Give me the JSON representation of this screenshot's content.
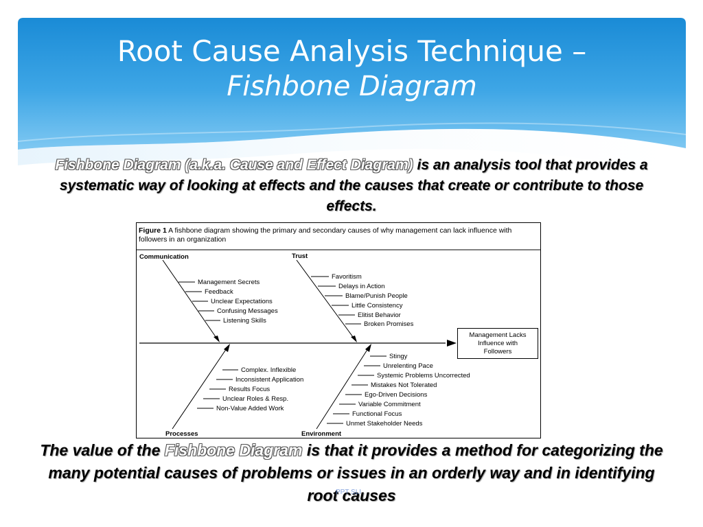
{
  "slide": {
    "title_line1": "Root Cause Analysis Technique –",
    "title_line2": "Fishbone Diagram",
    "intro_highlight": "Fishbone Diagram (a.k.a. Cause and Effect Diagram)",
    "intro_rest": " is an analysis tool that provides a systematic way of looking at effects and the causes that create or contribute to those effects.",
    "outro_part1": "The value of the ",
    "outro_highlight": "Fishbone Diagram",
    "outro_part2": " is that it provides a method for categorizing the many potential causes of problems or issues in an orderly way and in identifying root causes",
    "footnote": "PPT SLI",
    "colors": {
      "header_blue": "#1e90d8",
      "header_light": "#6fc0ef"
    }
  },
  "figure": {
    "caption_label": "Figure 1",
    "caption_text": " A fishbone diagram showing the primary and secondary causes of why management can lack influence with followers in an organization",
    "effect_line1": "Management Lacks",
    "effect_line2": "Influence with",
    "effect_line3": "Followers",
    "categories": {
      "communication": {
        "label": "Communication",
        "causes": [
          "Management Secrets",
          "Feedback",
          "Unclear Expectations",
          "Confusing Messages",
          "Listening Skills"
        ]
      },
      "trust": {
        "label": "Trust",
        "causes": [
          "Favoritism",
          "Delays in Action",
          "Blame/Punish People",
          "Little Consistency",
          "Elitist Behavior",
          "Broken Promises"
        ]
      },
      "processes": {
        "label": "Processes",
        "causes": [
          "Complex. Inflexible",
          "Inconsistent Application",
          "Results Focus",
          "Unclear Roles & Resp.",
          "Non-Value Added Work"
        ]
      },
      "environment": {
        "label": "Environment",
        "causes": [
          "Stingy",
          "Unrelenting Pace",
          "Systemic Problems Uncorrected",
          "Mistakes Not Tolerated",
          "Ego-Driven Decisions",
          "Variable Commitment",
          "Functional Focus",
          "Unmet Stakeholder Needs"
        ]
      }
    }
  }
}
